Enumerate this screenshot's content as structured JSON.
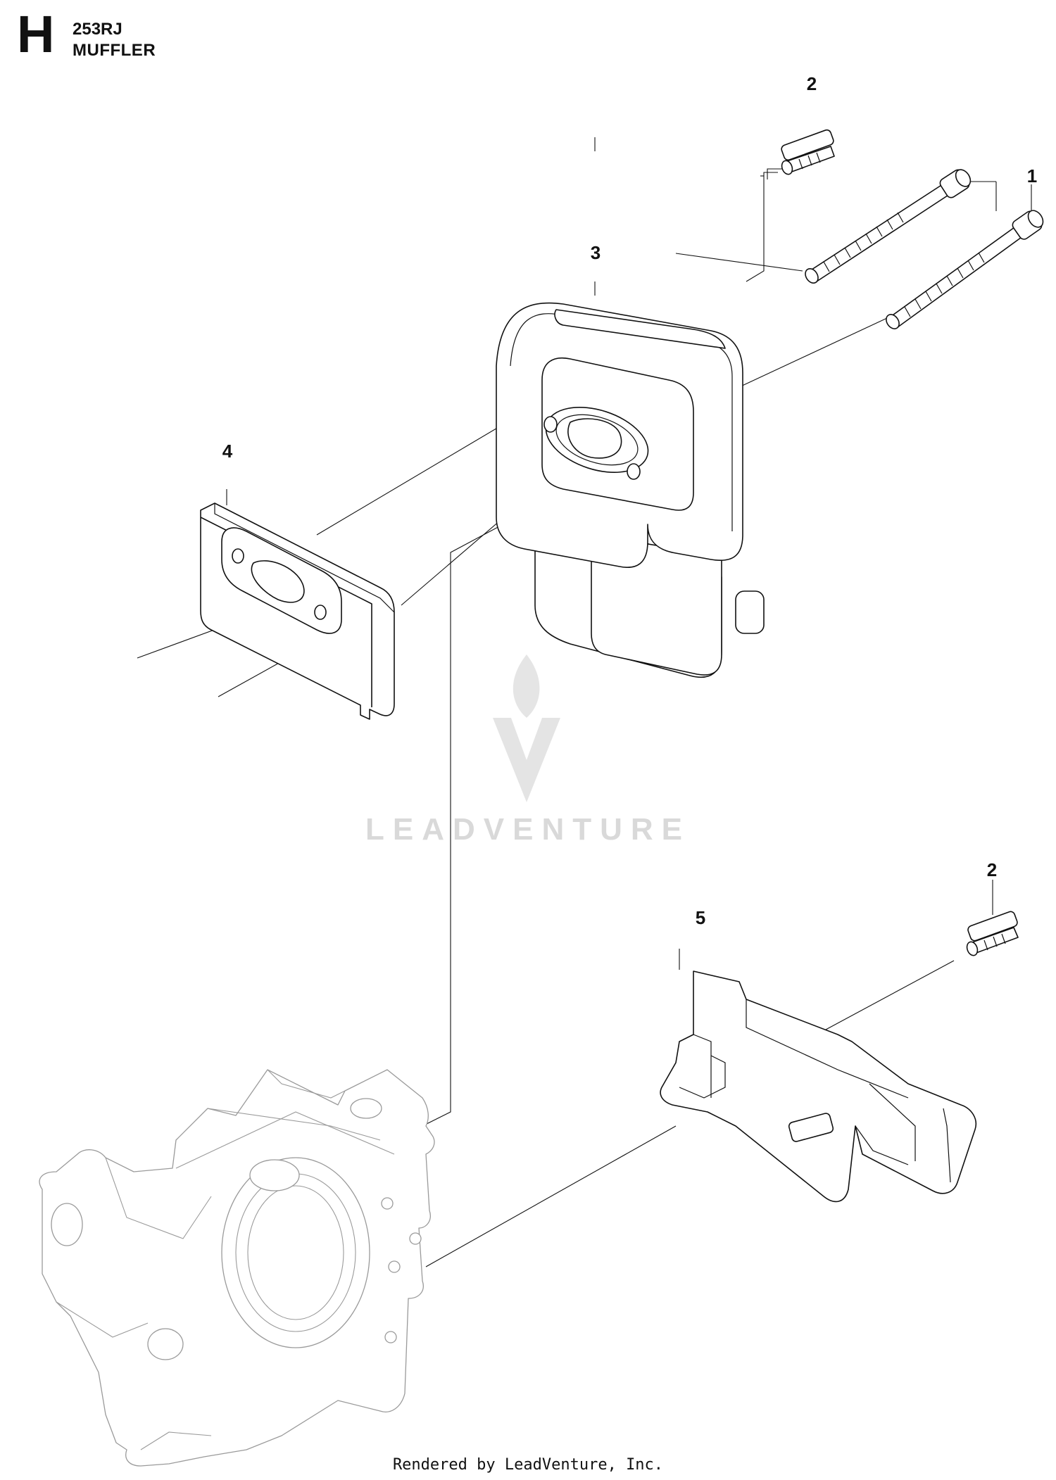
{
  "header": {
    "section_letter": "H",
    "model": "253RJ",
    "assembly_name": "MUFFLER"
  },
  "callouts": [
    {
      "id": "1",
      "label": "1"
    },
    {
      "id": "2a",
      "label": "2"
    },
    {
      "id": "3",
      "label": "3"
    },
    {
      "id": "4",
      "label": "4"
    },
    {
      "id": "2b",
      "label": "2"
    },
    {
      "id": "5",
      "label": "5"
    }
  ],
  "watermark": {
    "text": "LEADVENTURE"
  },
  "footer": {
    "text": "Rendered by LeadVenture, Inc."
  }
}
